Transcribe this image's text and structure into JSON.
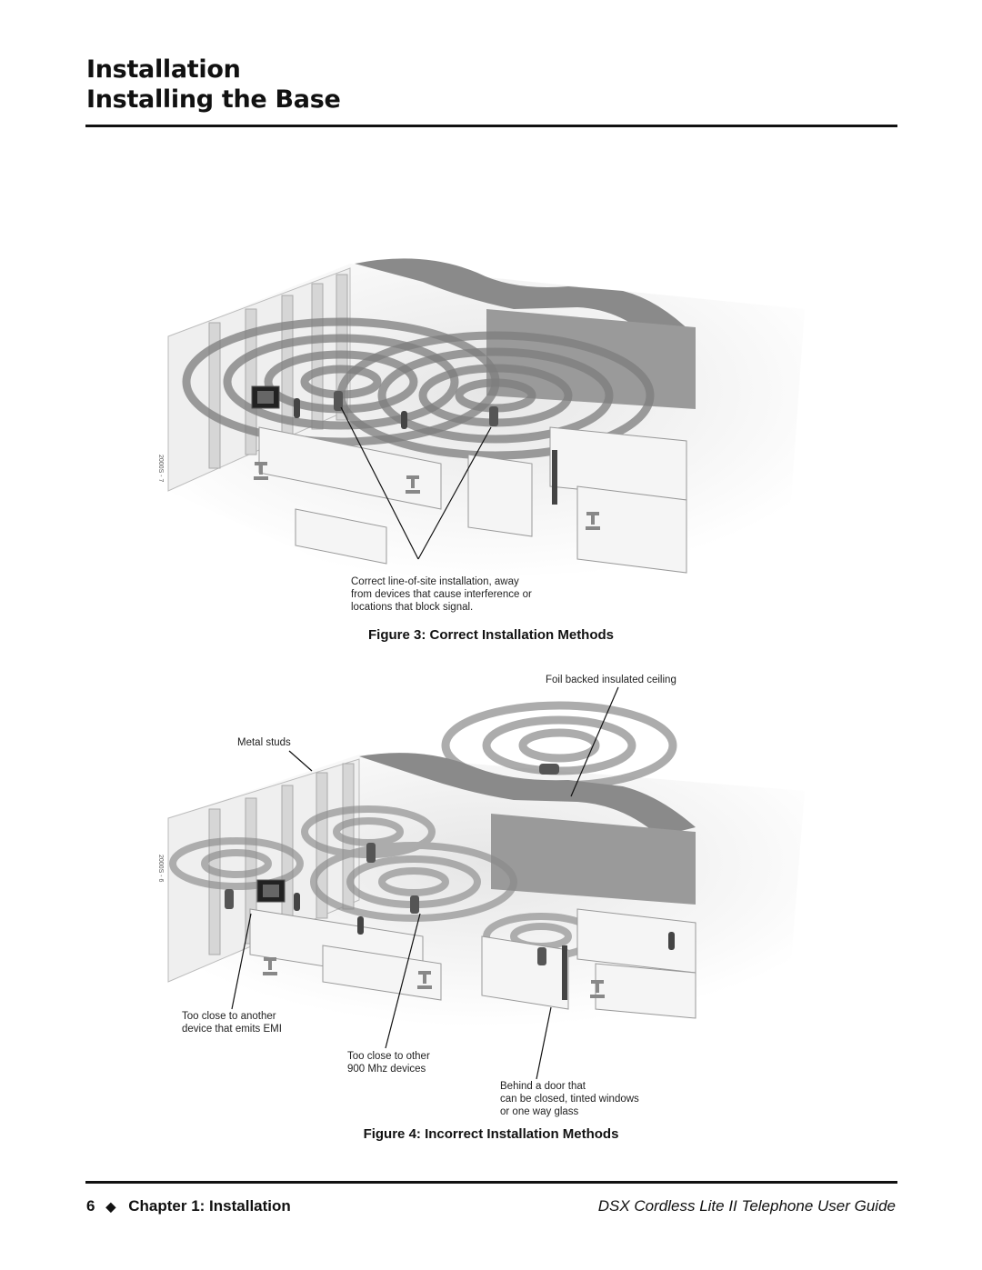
{
  "header": {
    "section": "Installation",
    "title": "Installing the Base"
  },
  "figure3": {
    "callout": [
      "Correct line-of-site installation, away",
      "from devices that cause interference or",
      "locations that block signal."
    ],
    "caption": "Figure 3: Correct Installation Methods",
    "side_id": "2000S - 7"
  },
  "figure4": {
    "callouts": {
      "ceiling": "Foil backed insulated ceiling",
      "studs": "Metal studs",
      "emi": [
        "Too close to another",
        "device that emits EMI"
      ],
      "mhz": [
        "Too close to other",
        "900 Mhz devices"
      ],
      "door": [
        "Behind a door that",
        "can be closed, tinted windows",
        "or one way glass"
      ]
    },
    "caption": "Figure 4: Incorrect Installation Methods",
    "side_id": "2000S - 6"
  },
  "footer": {
    "page_number": "6",
    "separator": "◆",
    "chapter": "Chapter 1: Installation",
    "guide_title": "DSX Cordless Lite II Telephone User Guide"
  }
}
